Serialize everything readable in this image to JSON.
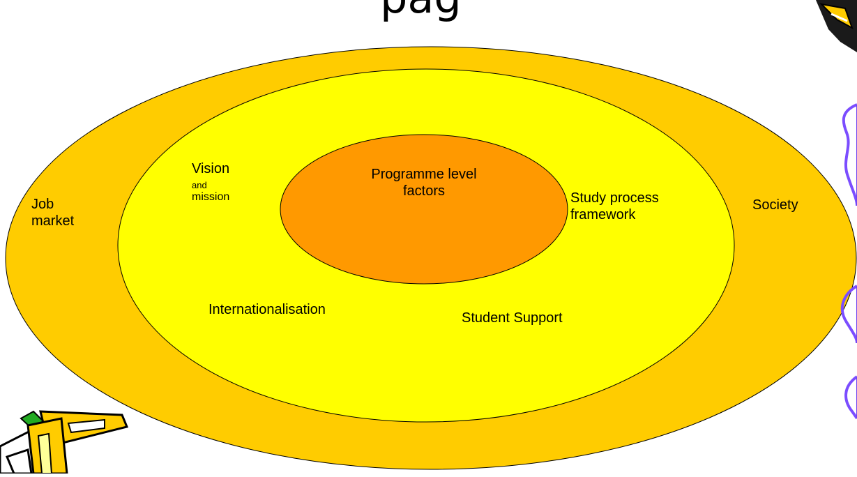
{
  "title_fragment": "pag",
  "colors": {
    "outer_ring": "#FFCC00",
    "middle_ring": "#FFFF00",
    "core": "#FF9900",
    "accent_purple": "#7B4DFF"
  },
  "rings": {
    "outer": {
      "labels": {
        "left_line1": "Job",
        "left_line2": "market",
        "right": "Society"
      }
    },
    "middle": {
      "labels": {
        "vision": "Vision",
        "vision_and": "and",
        "vision_mission": "mission",
        "study_line1": "Study process",
        "study_line2": "framework",
        "internationalisation": "Internationalisation",
        "student_support": "Student Support"
      }
    },
    "core": {
      "labels": {
        "line1": "Programme level",
        "line2": "factors"
      }
    }
  },
  "decorations": [
    "pencil-icon",
    "pen-nib-icon",
    "purple-swirl"
  ]
}
